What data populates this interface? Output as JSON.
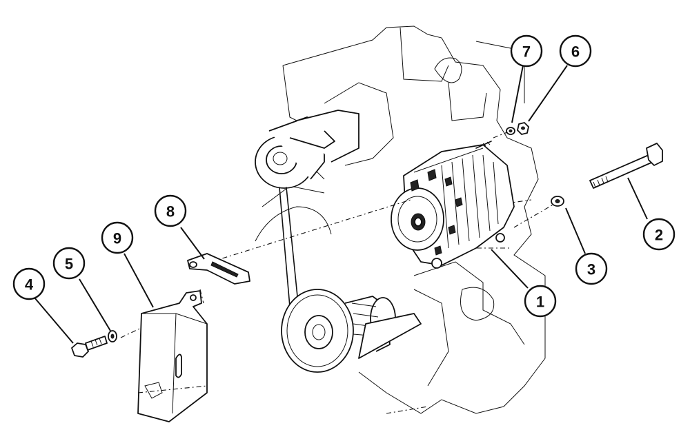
{
  "callouts": [
    {
      "id": "1",
      "label": "1",
      "part": "alternator"
    },
    {
      "id": "2",
      "label": "2",
      "part": "bolt"
    },
    {
      "id": "3",
      "label": "3",
      "part": "washer"
    },
    {
      "id": "4",
      "label": "4",
      "part": "screw"
    },
    {
      "id": "5",
      "label": "5",
      "part": "washer"
    },
    {
      "id": "6",
      "label": "6",
      "part": "nut"
    },
    {
      "id": "7",
      "label": "7",
      "part": "washer"
    },
    {
      "id": "8",
      "label": "8",
      "part": "adjusting-bracket"
    },
    {
      "id": "9",
      "label": "9",
      "part": "belt-guard"
    }
  ]
}
